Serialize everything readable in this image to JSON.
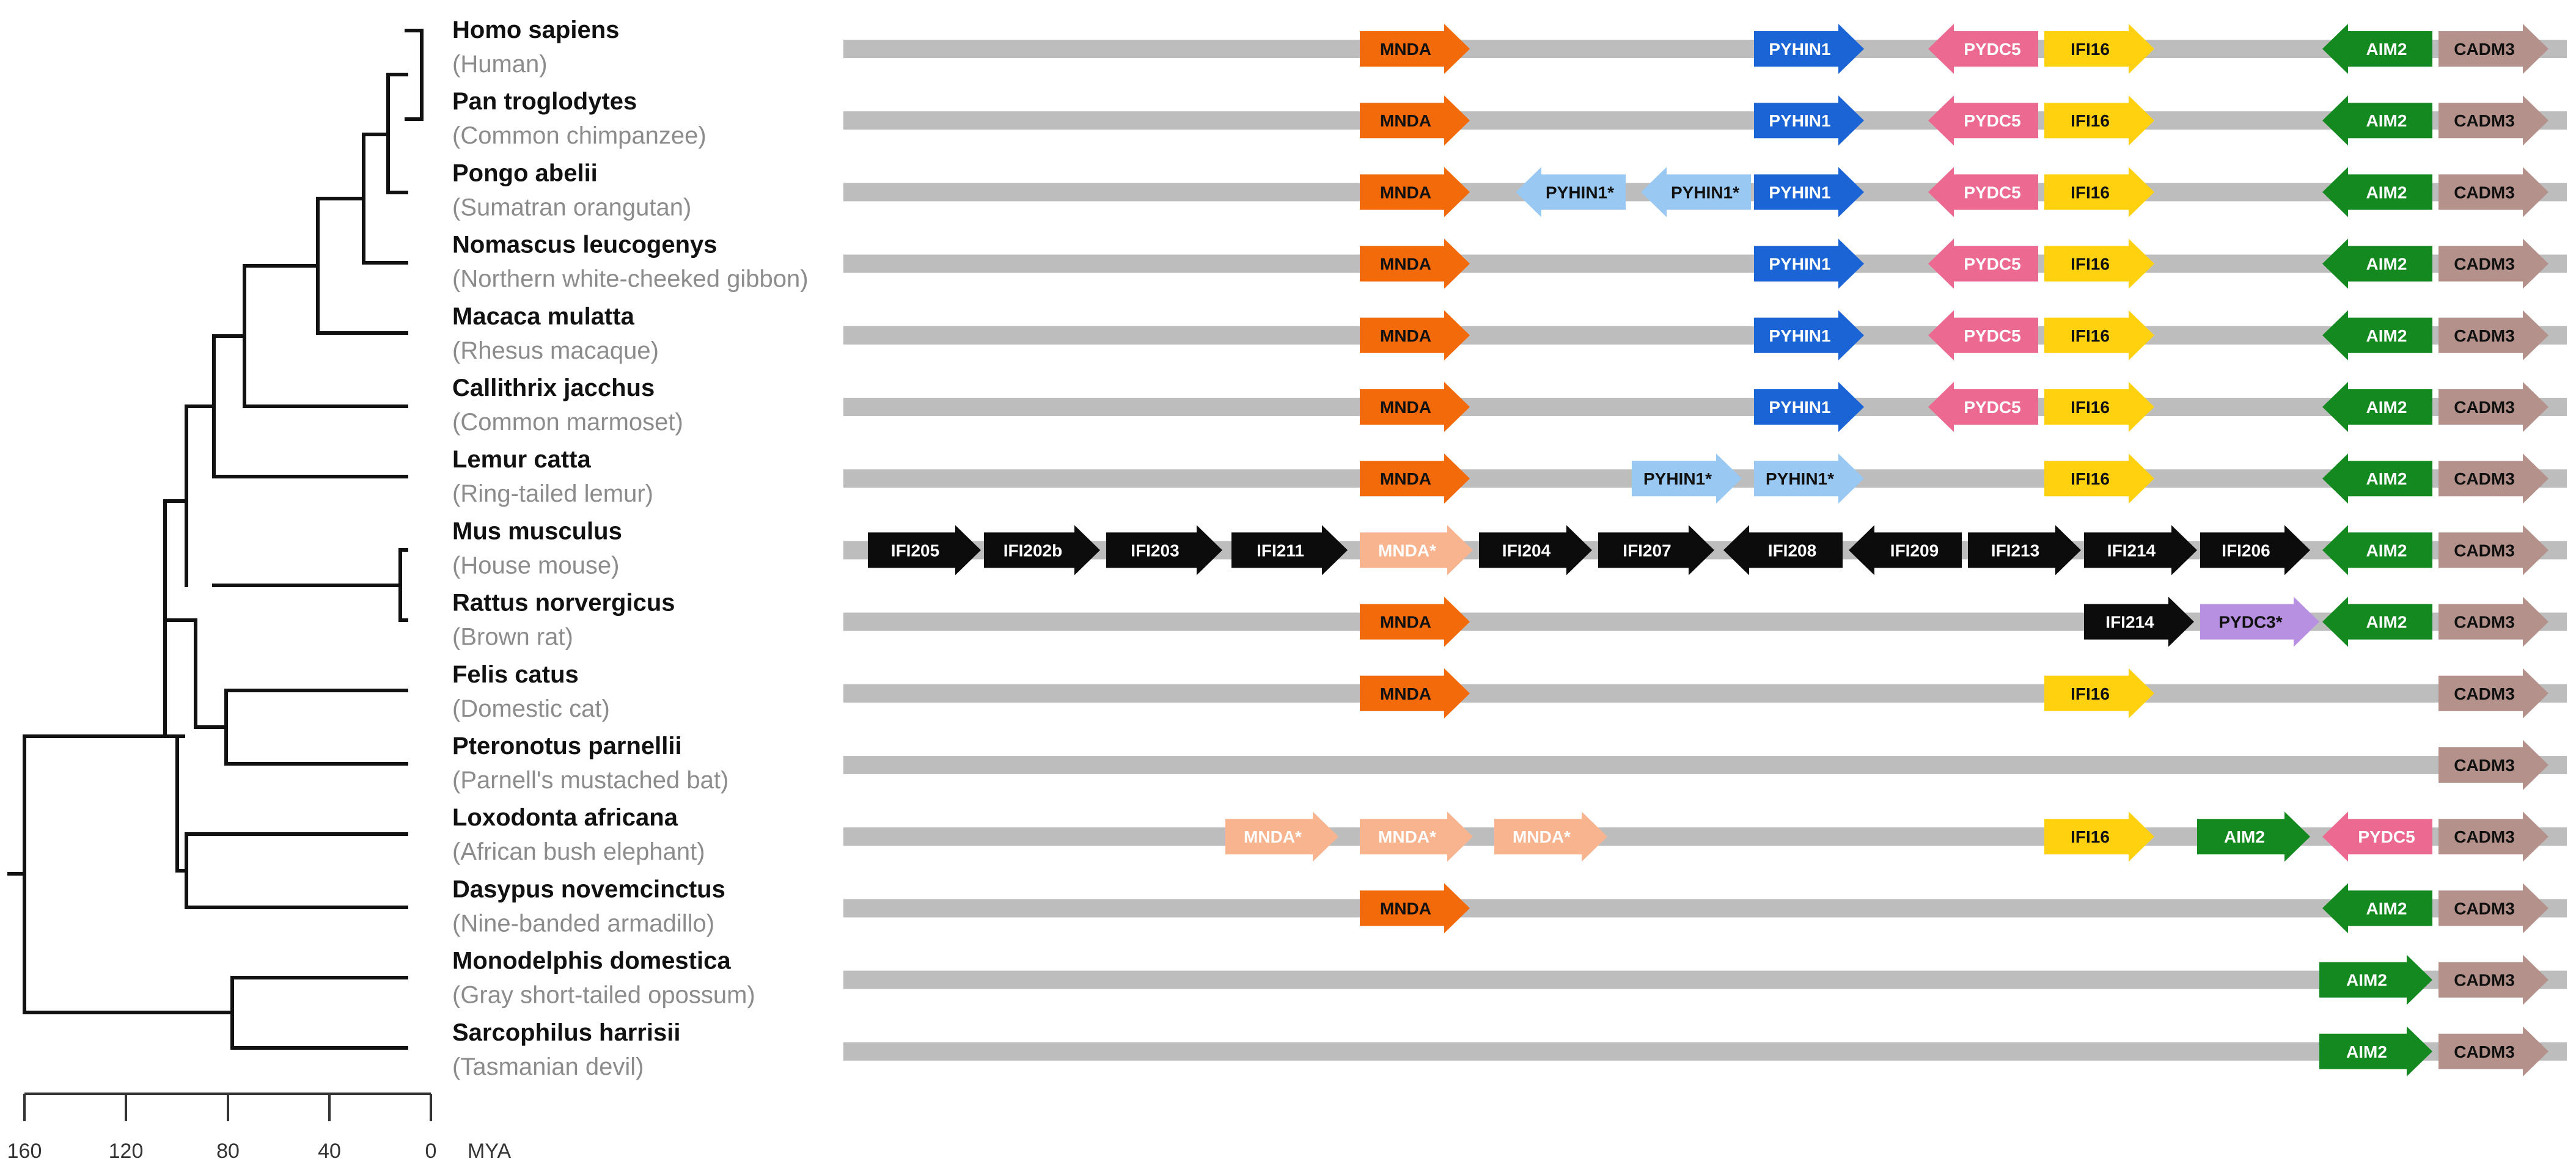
{
  "species": [
    {
      "sci": "Homo sapiens",
      "common": "(Human)"
    },
    {
      "sci": "Pan troglodytes",
      "common": "(Common chimpanzee)"
    },
    {
      "sci": "Pongo abelii",
      "common": "(Sumatran orangutan)"
    },
    {
      "sci": "Nomascus leucogenys",
      "common": "(Northern white-cheeked gibbon)"
    },
    {
      "sci": "Macaca mulatta",
      "common": "(Rhesus macaque)"
    },
    {
      "sci": "Callithrix jacchus",
      "common": "(Common marmoset)"
    },
    {
      "sci": "Lemur catta",
      "common": "(Ring-tailed lemur)"
    },
    {
      "sci": "Mus musculus",
      "common": "(House mouse)"
    },
    {
      "sci": "Rattus norvergicus",
      "common": "(Brown rat)"
    },
    {
      "sci": "Felis catus",
      "common": "(Domestic cat)"
    },
    {
      "sci": "Pteronotus parnellii",
      "common": "(Parnell's mustached bat)"
    },
    {
      "sci": "Loxodonta africana",
      "common": "(African bush elephant)"
    },
    {
      "sci": "Dasypus novemcinctus",
      "common": "(Nine-banded armadillo)"
    },
    {
      "sci": "Monodelphis domestica",
      "common": "(Gray short-tailed opossum)"
    },
    {
      "sci": "Sarcophilus harrisii",
      "common": "(Tasmanian devil)"
    }
  ],
  "axis": {
    "ticks": [
      "160",
      "120",
      "80",
      "40",
      "0"
    ],
    "unit": "MYA"
  },
  "gene_colors": {
    "MNDA": "#f26a0a",
    "MNDA*": "#f7b48f",
    "PYHIN1": "#1b64d6",
    "PYHIN1*": "#99c9f2",
    "PYDC5": "#ec6a91",
    "IFI16": "#ffd10f",
    "AIM2": "#13891f",
    "CADM3": "#b4918a",
    "PYDC3*": "#b890e2",
    "IFI": "#0c0c0c"
  },
  "gene_rows": [
    [
      {
        "label": "MNDA",
        "type": "MNDA",
        "dir": "right"
      },
      {
        "label": "PYHIN1",
        "type": "PYHIN1",
        "dir": "right"
      },
      {
        "label": "PYDC5",
        "type": "PYDC5",
        "dir": "left"
      },
      {
        "label": "IFI16",
        "type": "IFI16",
        "dir": "right"
      },
      {
        "label": "AIM2",
        "type": "AIM2",
        "dir": "left"
      },
      {
        "label": "CADM3",
        "type": "CADM3",
        "dir": "right"
      }
    ],
    [
      {
        "label": "MNDA",
        "type": "MNDA",
        "dir": "right"
      },
      {
        "label": "PYHIN1",
        "type": "PYHIN1",
        "dir": "right"
      },
      {
        "label": "PYDC5",
        "type": "PYDC5",
        "dir": "left"
      },
      {
        "label": "IFI16",
        "type": "IFI16",
        "dir": "right"
      },
      {
        "label": "AIM2",
        "type": "AIM2",
        "dir": "left"
      },
      {
        "label": "CADM3",
        "type": "CADM3",
        "dir": "right"
      }
    ],
    [
      {
        "label": "MNDA",
        "type": "MNDA",
        "dir": "right"
      },
      {
        "label": "PYHIN1*",
        "type": "PYHIN1*",
        "dir": "left"
      },
      {
        "label": "PYHIN1*",
        "type": "PYHIN1*",
        "dir": "left"
      },
      {
        "label": "PYHIN1",
        "type": "PYHIN1",
        "dir": "right"
      },
      {
        "label": "PYDC5",
        "type": "PYDC5",
        "dir": "left"
      },
      {
        "label": "IFI16",
        "type": "IFI16",
        "dir": "right"
      },
      {
        "label": "AIM2",
        "type": "AIM2",
        "dir": "left"
      },
      {
        "label": "CADM3",
        "type": "CADM3",
        "dir": "right"
      }
    ],
    [
      {
        "label": "MNDA",
        "type": "MNDA",
        "dir": "right"
      },
      {
        "label": "PYHIN1",
        "type": "PYHIN1",
        "dir": "right"
      },
      {
        "label": "PYDC5",
        "type": "PYDC5",
        "dir": "left"
      },
      {
        "label": "IFI16",
        "type": "IFI16",
        "dir": "right"
      },
      {
        "label": "AIM2",
        "type": "AIM2",
        "dir": "left"
      },
      {
        "label": "CADM3",
        "type": "CADM3",
        "dir": "right"
      }
    ],
    [
      {
        "label": "MNDA",
        "type": "MNDA",
        "dir": "right"
      },
      {
        "label": "PYHIN1",
        "type": "PYHIN1",
        "dir": "right"
      },
      {
        "label": "PYDC5",
        "type": "PYDC5",
        "dir": "left"
      },
      {
        "label": "IFI16",
        "type": "IFI16",
        "dir": "right"
      },
      {
        "label": "AIM2",
        "type": "AIM2",
        "dir": "left"
      },
      {
        "label": "CADM3",
        "type": "CADM3",
        "dir": "right"
      }
    ],
    [
      {
        "label": "MNDA",
        "type": "MNDA",
        "dir": "right"
      },
      {
        "label": "PYHIN1",
        "type": "PYHIN1",
        "dir": "right"
      },
      {
        "label": "PYDC5",
        "type": "PYDC5",
        "dir": "left"
      },
      {
        "label": "IFI16",
        "type": "IFI16",
        "dir": "right"
      },
      {
        "label": "AIM2",
        "type": "AIM2",
        "dir": "left"
      },
      {
        "label": "CADM3",
        "type": "CADM3",
        "dir": "right"
      }
    ],
    [
      {
        "label": "MNDA",
        "type": "MNDA",
        "dir": "right"
      },
      {
        "label": "PYHIN1*",
        "type": "PYHIN1*",
        "dir": "right"
      },
      {
        "label": "PYHIN1*",
        "type": "PYHIN1*",
        "dir": "right"
      },
      {
        "label": "IFI16",
        "type": "IFI16",
        "dir": "right"
      },
      {
        "label": "AIM2",
        "type": "AIM2",
        "dir": "left"
      },
      {
        "label": "CADM3",
        "type": "CADM3",
        "dir": "right"
      }
    ],
    [
      {
        "label": "IFI205",
        "type": "IFI",
        "dir": "right"
      },
      {
        "label": "IFI202b",
        "type": "IFI",
        "dir": "right"
      },
      {
        "label": "IFI203",
        "type": "IFI",
        "dir": "right"
      },
      {
        "label": "IFI211",
        "type": "IFI",
        "dir": "right"
      },
      {
        "label": "MNDA*",
        "type": "MNDA*",
        "dir": "right"
      },
      {
        "label": "IFI204",
        "type": "IFI",
        "dir": "right"
      },
      {
        "label": "IFI207",
        "type": "IFI",
        "dir": "right"
      },
      {
        "label": "IFI208",
        "type": "IFI",
        "dir": "left"
      },
      {
        "label": "IFI209",
        "type": "IFI",
        "dir": "left"
      },
      {
        "label": "IFI213",
        "type": "IFI",
        "dir": "right"
      },
      {
        "label": "IFI214",
        "type": "IFI",
        "dir": "right"
      },
      {
        "label": "IFI206",
        "type": "IFI",
        "dir": "right"
      },
      {
        "label": "AIM2",
        "type": "AIM2",
        "dir": "left"
      },
      {
        "label": "CADM3",
        "type": "CADM3",
        "dir": "right"
      }
    ],
    [
      {
        "label": "MNDA",
        "type": "MNDA",
        "dir": "right"
      },
      {
        "label": "IFI214",
        "type": "IFI",
        "dir": "right"
      },
      {
        "label": "PYDC3*",
        "type": "PYDC3*",
        "dir": "right"
      },
      {
        "label": "AIM2",
        "type": "AIM2",
        "dir": "left"
      },
      {
        "label": "CADM3",
        "type": "CADM3",
        "dir": "right"
      }
    ],
    [
      {
        "label": "MNDA",
        "type": "MNDA",
        "dir": "right"
      },
      {
        "label": "IFI16",
        "type": "IFI16",
        "dir": "right"
      },
      {
        "label": "CADM3",
        "type": "CADM3",
        "dir": "right"
      }
    ],
    [
      {
        "label": "CADM3",
        "type": "CADM3",
        "dir": "right"
      }
    ],
    [
      {
        "label": "MNDA*",
        "type": "MNDA*",
        "dir": "right"
      },
      {
        "label": "MNDA*",
        "type": "MNDA*",
        "dir": "right"
      },
      {
        "label": "MNDA*",
        "type": "MNDA*",
        "dir": "right"
      },
      {
        "label": "IFI16",
        "type": "IFI16",
        "dir": "right"
      },
      {
        "label": "AIM2",
        "type": "AIM2",
        "dir": "right"
      },
      {
        "label": "PYDC5",
        "type": "PYDC5",
        "dir": "left"
      },
      {
        "label": "CADM3",
        "type": "CADM3",
        "dir": "right"
      }
    ],
    [
      {
        "label": "MNDA",
        "type": "MNDA",
        "dir": "right"
      },
      {
        "label": "AIM2",
        "type": "AIM2",
        "dir": "left"
      },
      {
        "label": "CADM3",
        "type": "CADM3",
        "dir": "right"
      }
    ],
    [
      {
        "label": "AIM2",
        "type": "AIM2",
        "dir": "right"
      },
      {
        "label": "CADM3",
        "type": "CADM3",
        "dir": "right"
      }
    ],
    [
      {
        "label": "AIM2",
        "type": "AIM2",
        "dir": "right"
      },
      {
        "label": "CADM3",
        "type": "CADM3",
        "dir": "right"
      }
    ]
  ]
}
